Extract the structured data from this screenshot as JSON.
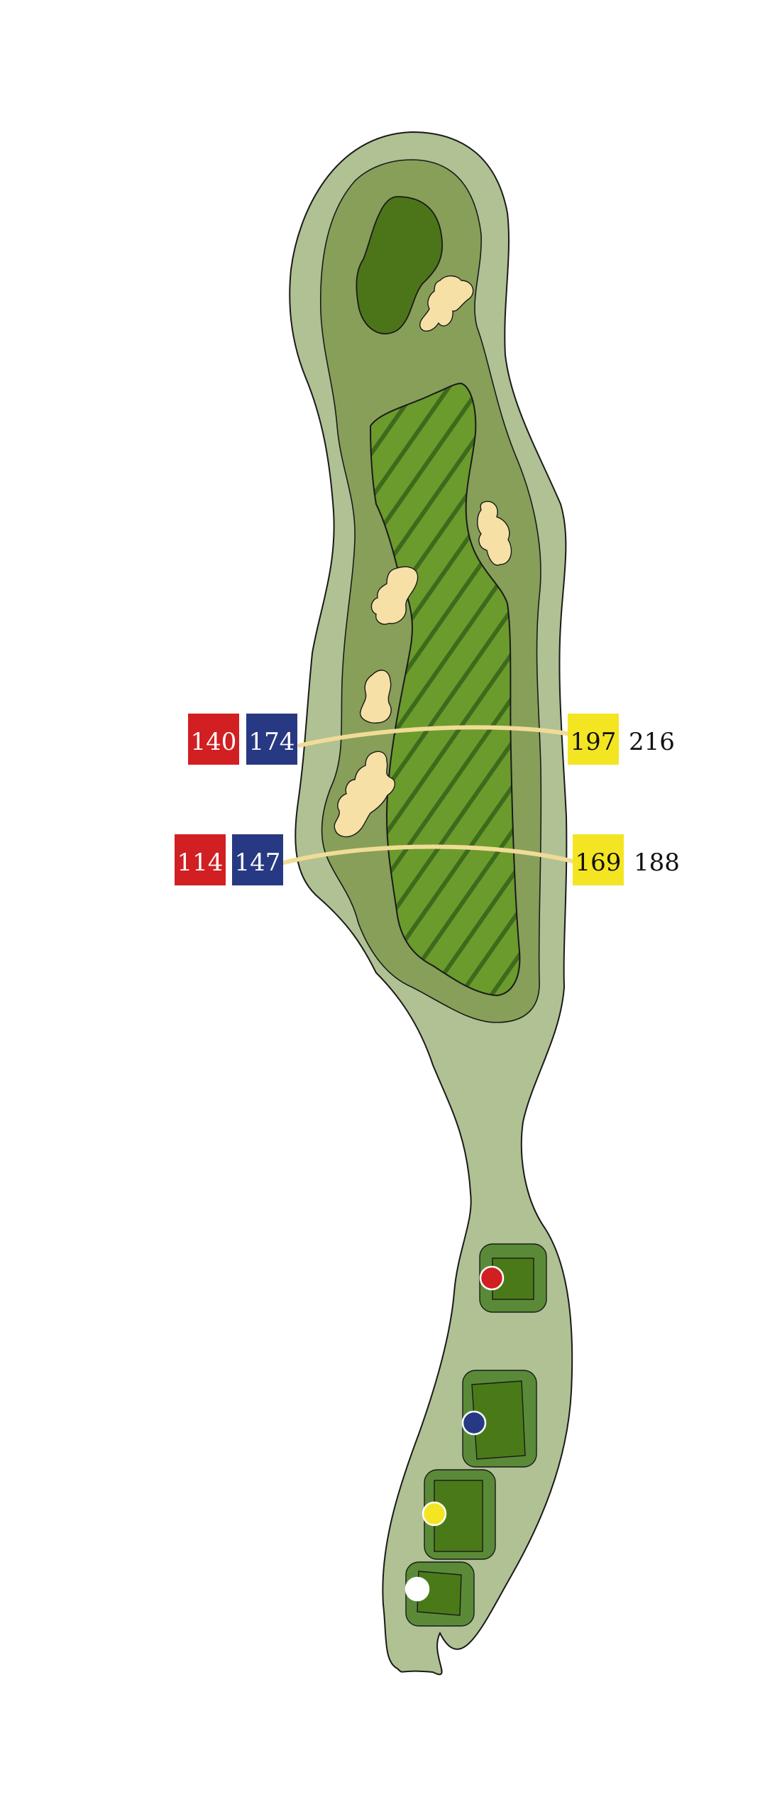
{
  "colors": {
    "rough": "#b0c194",
    "semi_rough": "#879f59",
    "fairway": "#6b9b2c",
    "fairway_stripe": "#3e6a1c",
    "green": "#4c7519",
    "tee_box": "#5a8a38",
    "tee_surface": "#4a7a18",
    "bunker": "#f7e0a6",
    "distance_arc": "#f0dc97",
    "red_tee": "#d11f22",
    "blue_tee": "#283983",
    "yellow_tee": "#f4e523",
    "white_tee": "#ffffff"
  },
  "distances": [
    {
      "red": "140",
      "blue": "174",
      "yellow": "197",
      "white": "216"
    },
    {
      "red": "114",
      "blue": "147",
      "yellow": "169",
      "white": "188"
    }
  ],
  "tees": [
    {
      "color": "red"
    },
    {
      "color": "blue"
    },
    {
      "color": "yellow"
    },
    {
      "color": "white"
    }
  ],
  "icons": {
    "green": "putting-green-icon",
    "bunker": "sand-bunker-icon",
    "tee_marker": "tee-marker-icon"
  }
}
